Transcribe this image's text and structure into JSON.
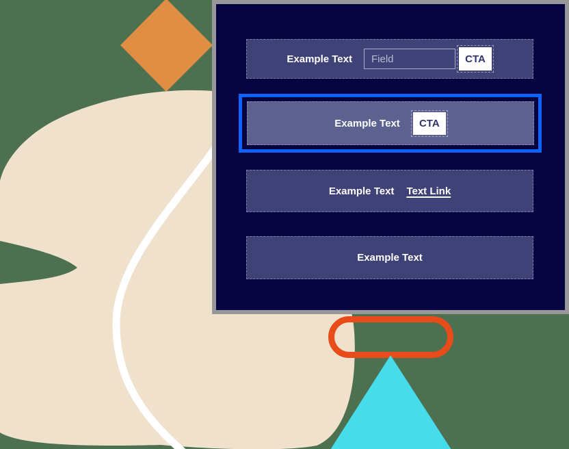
{
  "scene": {
    "background_color": "#4c7050",
    "shapes": {
      "diamond_color": "#e08e43",
      "blob_color": "#efe1cc",
      "curve_color": "#ffffff",
      "pill_color": "#e84c1a",
      "triangle_color": "#47dcea"
    }
  },
  "panel": {
    "frame_color": "#98989b",
    "background_color": "#060440",
    "focus_ring_color": "#0f62fe",
    "banner_color": "#3e4277",
    "banner_highlight_color": "#5c6190",
    "banners": [
      {
        "label": "Example Text",
        "field_placeholder": "Field",
        "cta_label": "CTA"
      },
      {
        "label": "Example Text",
        "cta_label": "CTA",
        "state": "focused"
      },
      {
        "label": "Example Text",
        "link_label": "Text Link"
      },
      {
        "label": "Example Text"
      }
    ]
  }
}
